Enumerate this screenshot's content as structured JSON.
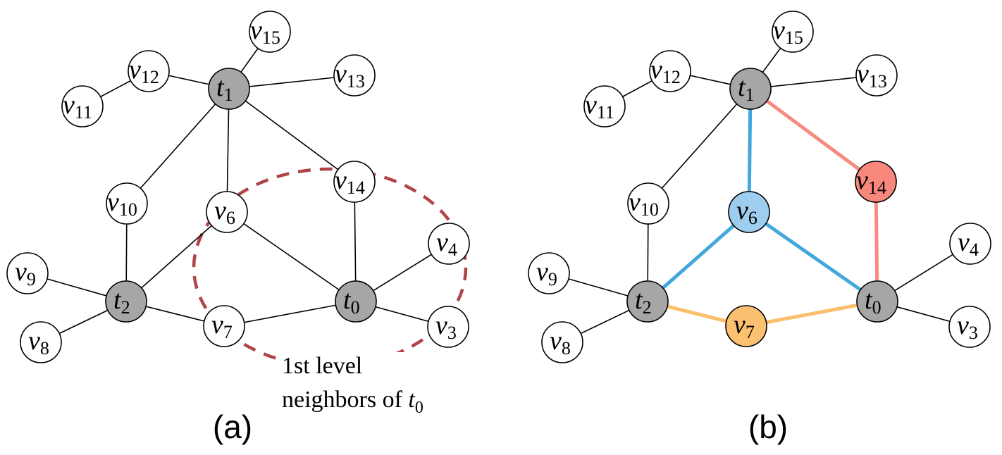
{
  "colors": {
    "target": "#a6a6a6",
    "plain": "#ffffff",
    "path_blue": "#42a7dc",
    "path_red": "#f78b80",
    "path_orange": "#f9bf6b",
    "fill_blue": "#9fcdf0",
    "fill_red": "#f8877c",
    "fill_orange": "#fbc070",
    "neighbor_ring": "#b04448"
  },
  "panels": [
    {
      "id": "a",
      "caption": "(a)",
      "annotation": {
        "line1": "1st level",
        "line2": "neighbors of ",
        "subject": "t",
        "subject_sub": "0"
      }
    },
    {
      "id": "b",
      "caption": "(b)"
    }
  ],
  "nodes": {
    "v15": {
      "base": "v",
      "sub": "15"
    },
    "v12": {
      "base": "v",
      "sub": "12"
    },
    "t1": {
      "base": "t",
      "sub": "1"
    },
    "v13": {
      "base": "v",
      "sub": "13"
    },
    "v11": {
      "base": "v",
      "sub": "11"
    },
    "v14": {
      "base": "v",
      "sub": "14"
    },
    "v10": {
      "base": "v",
      "sub": "10"
    },
    "v6": {
      "base": "v",
      "sub": "6"
    },
    "v4": {
      "base": "v",
      "sub": "4"
    },
    "v9": {
      "base": "v",
      "sub": "9"
    },
    "t2": {
      "base": "t",
      "sub": "2"
    },
    "t0": {
      "base": "t",
      "sub": "0"
    },
    "v7": {
      "base": "v",
      "sub": "7"
    },
    "v3": {
      "base": "v",
      "sub": "3"
    },
    "v8": {
      "base": "v",
      "sub": "8"
    }
  },
  "edges": [
    [
      "v15",
      "t1"
    ],
    [
      "v12",
      "t1"
    ],
    [
      "v12",
      "v11"
    ],
    [
      "t1",
      "v13"
    ],
    [
      "t1",
      "v10"
    ],
    [
      "t1",
      "v6"
    ],
    [
      "t1",
      "v14"
    ],
    [
      "v10",
      "t2"
    ],
    [
      "v9",
      "t2"
    ],
    [
      "v8",
      "t2"
    ],
    [
      "t2",
      "v6"
    ],
    [
      "t2",
      "v7"
    ],
    [
      "v6",
      "t0"
    ],
    [
      "v7",
      "t0"
    ],
    [
      "v14",
      "t0"
    ],
    [
      "v4",
      "t0"
    ],
    [
      "v3",
      "t0"
    ]
  ],
  "highlight_b": {
    "blue": [
      [
        "t1",
        "v6"
      ],
      [
        "v6",
        "t2"
      ],
      [
        "v6",
        "t0"
      ]
    ],
    "red": [
      [
        "t1",
        "v14"
      ],
      [
        "v14",
        "t0"
      ]
    ],
    "orange": [
      [
        "t2",
        "v7"
      ],
      [
        "v7",
        "t0"
      ]
    ]
  },
  "node_fill_b": {
    "v6": "blue",
    "v14": "red",
    "v7": "orange"
  }
}
